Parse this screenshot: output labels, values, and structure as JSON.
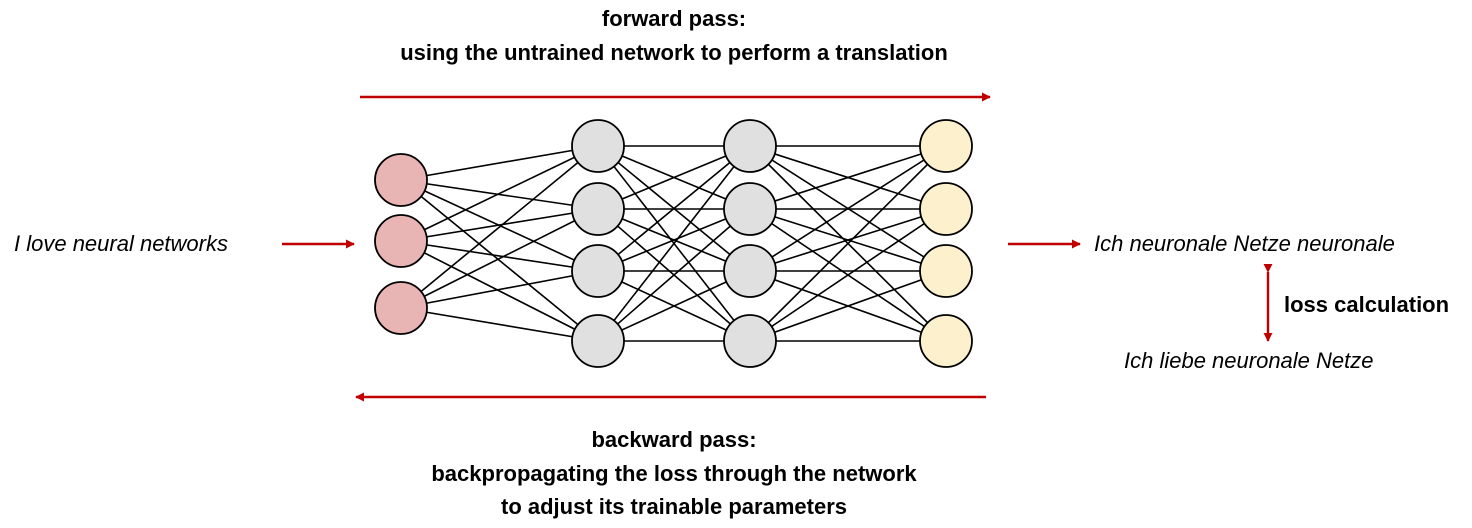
{
  "forward": {
    "title": "forward pass:",
    "subtitle": "using the untrained network to perform a translation"
  },
  "backward": {
    "title": "backward pass:",
    "line1": "backpropagating the loss through the network",
    "line2": "to adjust its trainable parameters"
  },
  "input_text": "I love neural networks",
  "output_text": "Ich neuronale Netze neuronale",
  "target_text": "Ich liebe neuronale Netze",
  "loss_label": "loss calculation",
  "network": {
    "layers": [
      3,
      4,
      4,
      4
    ]
  },
  "colors": {
    "arrow": "#c00000",
    "input_node": "#e8b4b4",
    "hidden_node": "#e0e0e0",
    "output_node": "#fdf0cc",
    "edge": "#000000"
  }
}
